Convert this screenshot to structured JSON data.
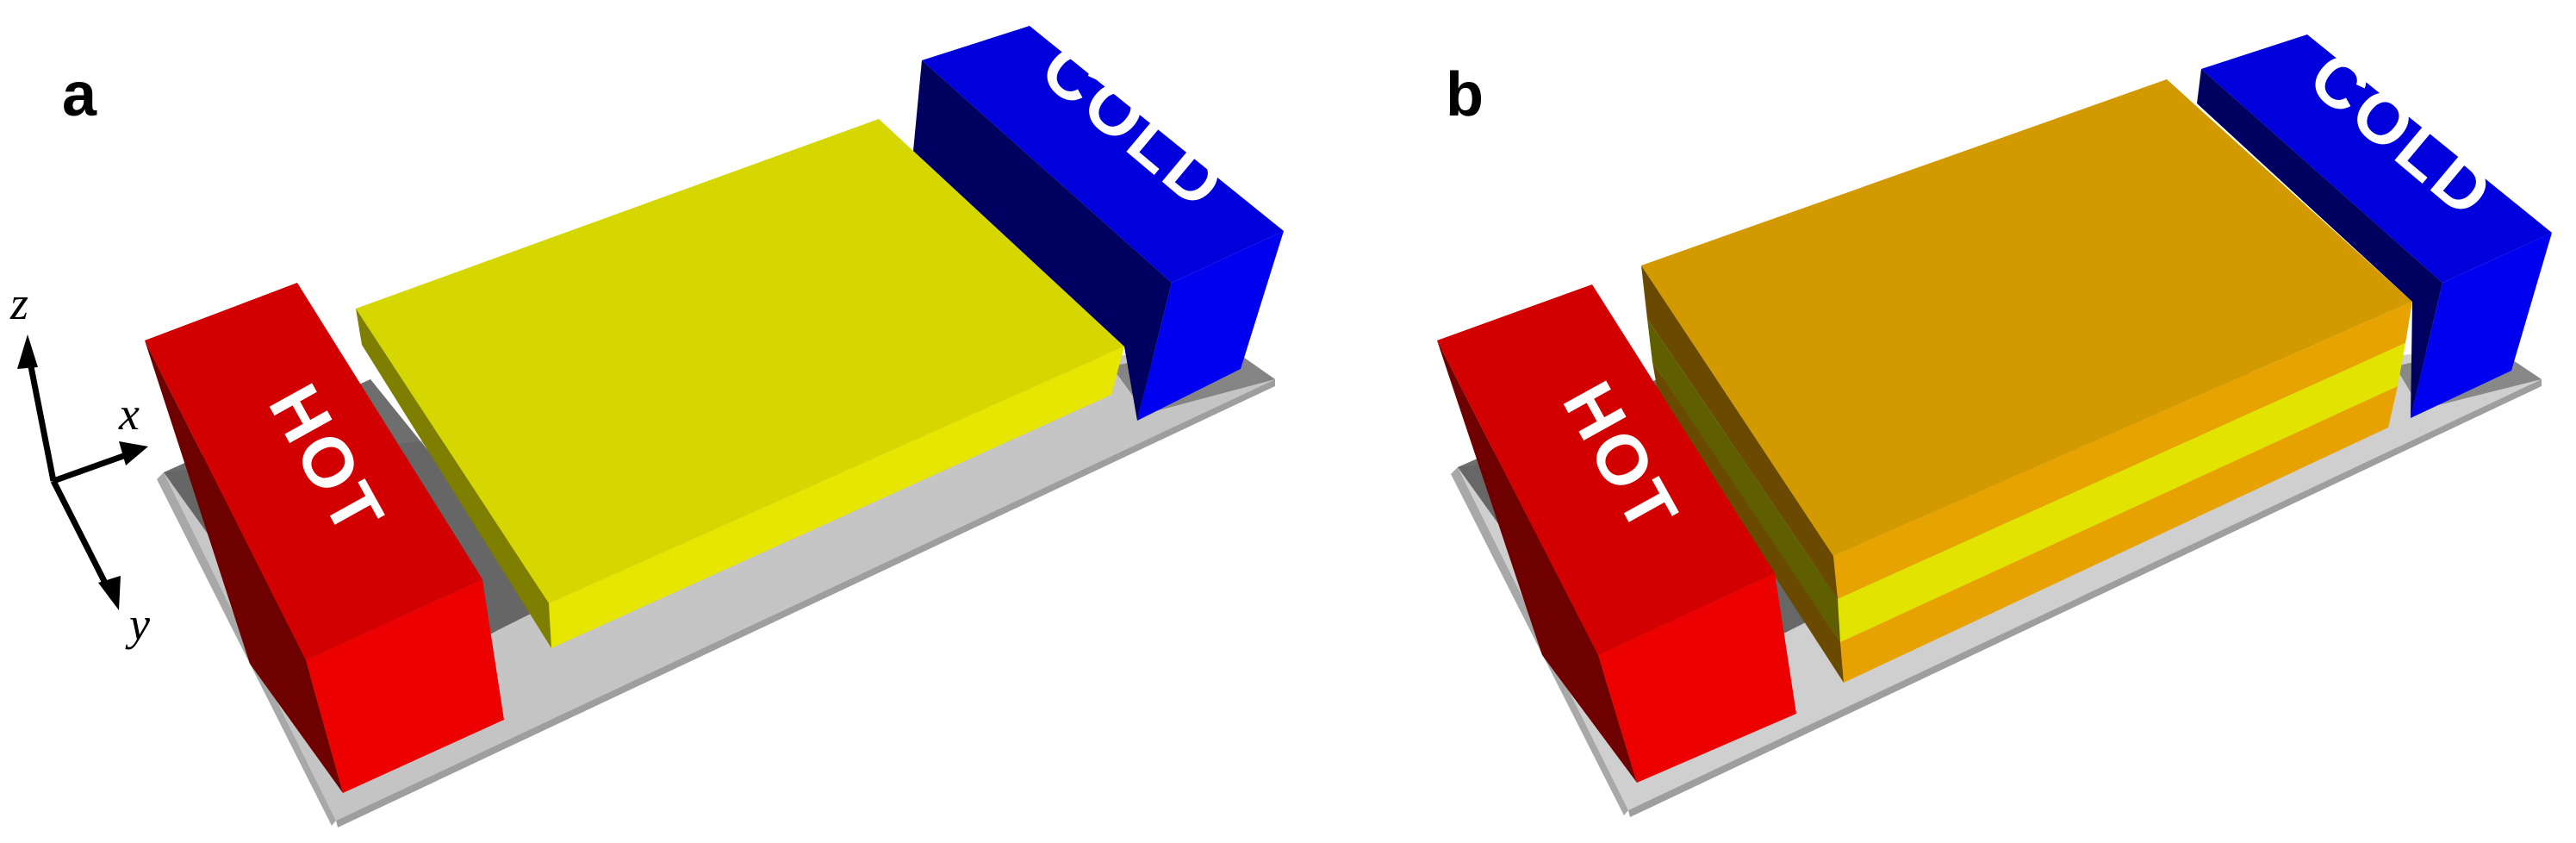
{
  "panels": {
    "a": {
      "label": "a",
      "hot_label": "HOT",
      "cold_label": "COLD",
      "slab": "single yellow layer"
    },
    "b": {
      "label": "b",
      "hot_label": "HOT",
      "cold_label": "COLD",
      "slab": "orange / yellow / orange trilayer"
    }
  },
  "axes": {
    "x": "x",
    "y": "y",
    "z": "z"
  },
  "colors": {
    "hot": "#d90000",
    "cold": "#0000e0",
    "slab_yellow": "#d6d600",
    "slab_orange": "#d39a00",
    "substrate": "#bdbdbd"
  }
}
